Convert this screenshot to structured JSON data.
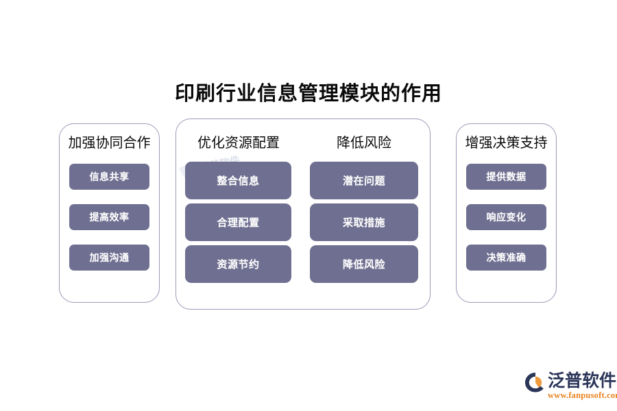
{
  "page": {
    "background_color": "#ffffff",
    "title": "印刷行业信息管理模块的作用"
  },
  "theme": {
    "chip_color": "#6f6f91",
    "chip_text_color": "#ffffff",
    "panel_border_color": "#9a9ab8",
    "heading_color": "#0a0a0a",
    "brand_name_color": "#2a3558",
    "brand_url_color": "#e8821e"
  },
  "panels": [
    {
      "id": "panel-0",
      "groups": [
        {
          "heading": "加强协同合作",
          "items": [
            "信息共享",
            "提高效率",
            "加强沟通"
          ]
        }
      ]
    },
    {
      "id": "panel-1",
      "groups": [
        {
          "heading": "优化资源配置",
          "items": [
            "整合信息",
            "合理配置",
            "资源节约"
          ]
        },
        {
          "heading": "降低风险",
          "items": [
            "潜在问题",
            "采取措施",
            "降低风险"
          ]
        }
      ]
    },
    {
      "id": "panel-2",
      "groups": [
        {
          "heading": "增强决策支持",
          "items": [
            "提供数据",
            "响应变化",
            "决策准确"
          ]
        }
      ]
    }
  ],
  "brand": {
    "name": "泛普软件",
    "url": "www.fanpusoft.com",
    "mark_icon": "fanpu-logo-icon"
  },
  "watermark": {
    "text": "泛普软件",
    "icon": "fanpu-watermark-icon"
  }
}
